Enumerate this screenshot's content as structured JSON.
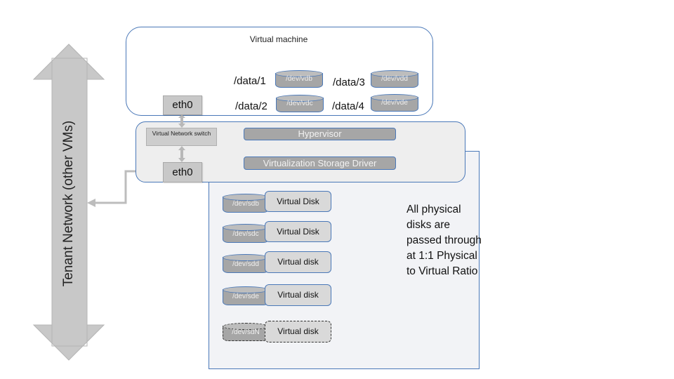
{
  "virtual_machine": {
    "title": "Virtual machine",
    "eth": "eth0",
    "mounts": [
      {
        "mount": "/data/1",
        "device": "/dev/vdb"
      },
      {
        "mount": "/data/2",
        "device": "/dev/vdc"
      },
      {
        "mount": "/data/3",
        "device": "/dev/vdd"
      },
      {
        "mount": "/data/4",
        "device": "/dev/vde"
      }
    ]
  },
  "host": {
    "switch_label": "Virtual Network switch",
    "eth": "eth0",
    "hypervisor": "Hypervisor",
    "storage_driver": "Virtualization Storage Driver"
  },
  "storage": {
    "disks": [
      {
        "device": "/dev/sdb",
        "label": "Virtual Disk",
        "style": "solid"
      },
      {
        "device": "/dev/sdc",
        "label": "Virtual Disk",
        "style": "solid"
      },
      {
        "device": "/dev/sdd",
        "label": "Virtual disk",
        "style": "solid"
      },
      {
        "device": "/dev/sde",
        "label": "Virtual disk",
        "style": "solid"
      },
      {
        "device": "/dev/sdN",
        "label": "Virtual disk",
        "style": "dashed"
      }
    ],
    "note": "All physical disks are passed through at 1:1 Physical to Virtual Ratio"
  },
  "tenant_network": {
    "label": "Tenant  Network (other VMs)"
  },
  "colors": {
    "border_blue": "#4a78b8",
    "disk_gray": "#a6a6a6",
    "arrow_gray": "#c0c0c0"
  }
}
